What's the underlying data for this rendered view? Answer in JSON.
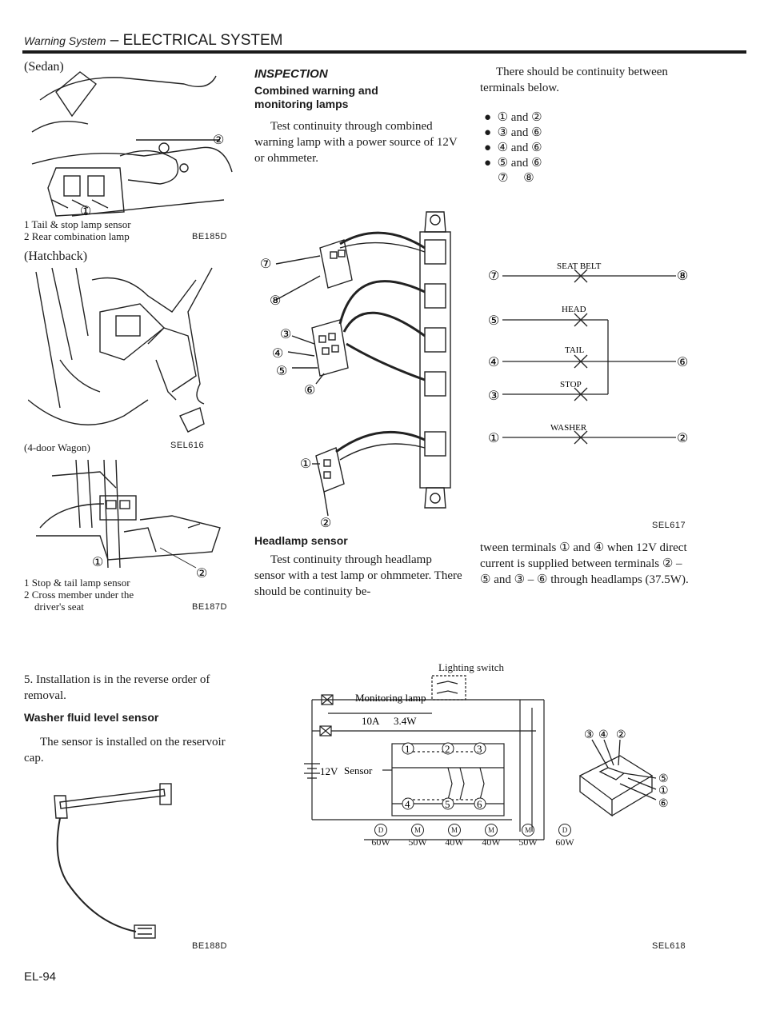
{
  "header": {
    "italic": "Warning System",
    "dash": " – ",
    "section": "ELECTRICAL SYSTEM"
  },
  "page_number": "EL-94",
  "left": {
    "sedan_label": "(Sedan)",
    "sedan_legend": [
      "1  Tail & stop lamp sensor",
      "2  Rear combination lamp"
    ],
    "sedan_code": "BE185D",
    "hatch_label": "(Hatchback)",
    "hatch_code": "SEL616",
    "wagon_label": "(4-door Wagon)",
    "wagon_legend": [
      "1  Stop & tail lamp sensor",
      "2  Cross member under the",
      "    driver's seat"
    ],
    "wagon_code": "BE187D",
    "step5": "5.  Installation is in the reverse order of removal.",
    "washer_heading": "Washer fluid level sensor",
    "washer_text": "The sensor is installed on the reservoir cap.",
    "washer_code": "BE188D"
  },
  "inspection": {
    "title": "INSPECTION",
    "sub_heading": "Combined warning and monitoring lamps",
    "text": "Test continuity through combined warning lamp with a power source of 12V or ohmmeter.",
    "continuity_intro": "There should be continuity between terminals below.",
    "pairs": [
      "① and ②",
      "③ and ⑥",
      "④ and ⑥",
      "⑤ and ⑥",
      "⑦     ⑧"
    ],
    "schematic_labels": [
      "SEAT BELT",
      "HEAD",
      "TAIL",
      "STOP",
      "WASHER"
    ],
    "diagram_code": "SEL617"
  },
  "headlamp": {
    "heading": "Headlamp sensor",
    "text": "Test continuity through headlamp sensor with a test lamp or ohmmeter. There should be continuity be-",
    "cont": "tween terminals ① and ④ when 12V direct current is supplied between terminals ② – ⑤ and ③ – ⑥ through headlamps (37.5W).",
    "diagram_code": "SEL618",
    "wiring_labels": {
      "switch": "Lighting switch",
      "monitor": "Monitoring lamp",
      "fuse": "10A",
      "lamp": "3.4W",
      "battery": "12V",
      "sensor": "Sensor",
      "watts": [
        "60W",
        "50W",
        "40W",
        "40W",
        "50W",
        "60W"
      ],
      "bulbs": [
        "D",
        "M",
        "M",
        "M",
        "M",
        "D"
      ]
    }
  }
}
